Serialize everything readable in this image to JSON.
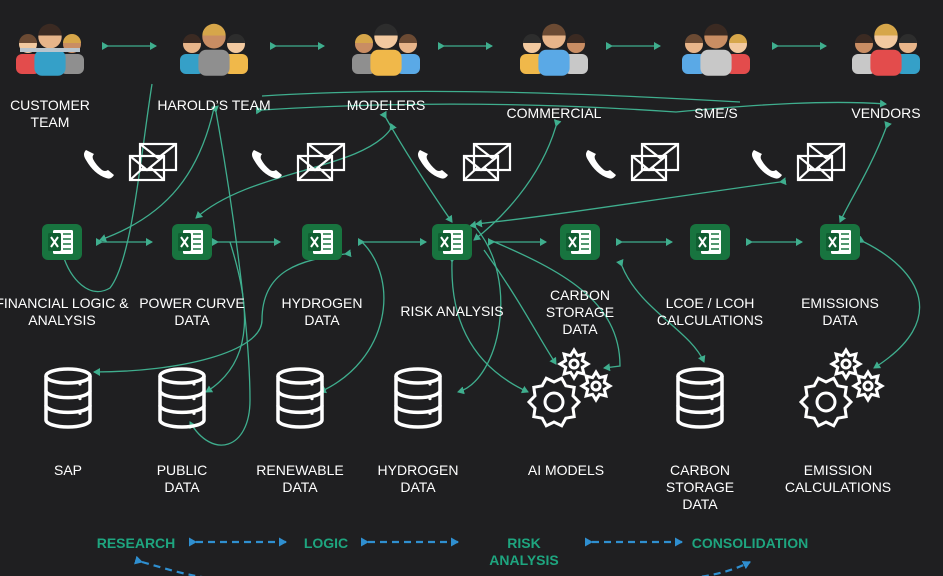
{
  "people": [
    {
      "label_lines": [
        "CUSTOMER",
        "TEAM"
      ]
    },
    {
      "label_lines": [
        "HAROLD’S TEAM"
      ]
    },
    {
      "label_lines": [
        "MODELERS"
      ]
    },
    {
      "label_lines": [
        "COMMERCIAL"
      ]
    },
    {
      "label_lines": [
        "SME/S"
      ]
    },
    {
      "label_lines": [
        "VENDORS"
      ]
    }
  ],
  "spreadsheets": [
    {
      "label_lines": [
        "FINANCIAL LOGIC &",
        "ANALYSIS"
      ]
    },
    {
      "label_lines": [
        "POWER CURVE",
        "DATA"
      ]
    },
    {
      "label_lines": [
        "HYDROGEN",
        "DATA"
      ]
    },
    {
      "label_lines": [
        "RISK ANALYSIS"
      ]
    },
    {
      "label_lines": [
        "CARBON",
        "STORAGE",
        "DATA"
      ]
    },
    {
      "label_lines": [
        "LCOE / LCOH",
        "CALCULATIONS"
      ]
    },
    {
      "label_lines": [
        "EMISSIONS",
        "DATA"
      ]
    }
  ],
  "sources": [
    {
      "kind": "database",
      "label_lines": [
        "SAP"
      ]
    },
    {
      "kind": "database",
      "label_lines": [
        "PUBLIC",
        "DATA"
      ]
    },
    {
      "kind": "database",
      "label_lines": [
        "RENEWABLE",
        "DATA"
      ]
    },
    {
      "kind": "database",
      "label_lines": [
        "HYDROGEN",
        "DATA"
      ]
    },
    {
      "kind": "gears",
      "label_lines": [
        "AI MODELS"
      ]
    },
    {
      "kind": "database",
      "label_lines": [
        "CARBON",
        "STORAGE",
        "DATA"
      ]
    },
    {
      "kind": "gears",
      "label_lines": [
        "EMISSION",
        "CALCULATIONS"
      ]
    }
  ],
  "process_steps": [
    {
      "label_lines": [
        "RESEARCH"
      ]
    },
    {
      "label_lines": [
        "LOGIC"
      ]
    },
    {
      "label_lines": [
        "RISK",
        "ANALYSIS"
      ]
    },
    {
      "label_lines": [
        "CONSOLIDATION"
      ]
    }
  ],
  "communication_icons": [
    "phone-icon",
    "mail-icon"
  ],
  "colors": {
    "background": "#1f1f21",
    "connector": "#3fae8e",
    "process_text": "#1ea57f",
    "process_arrow": "#2f8fd0",
    "excel_green": "#18743f",
    "icon_white": "#ffffff"
  }
}
